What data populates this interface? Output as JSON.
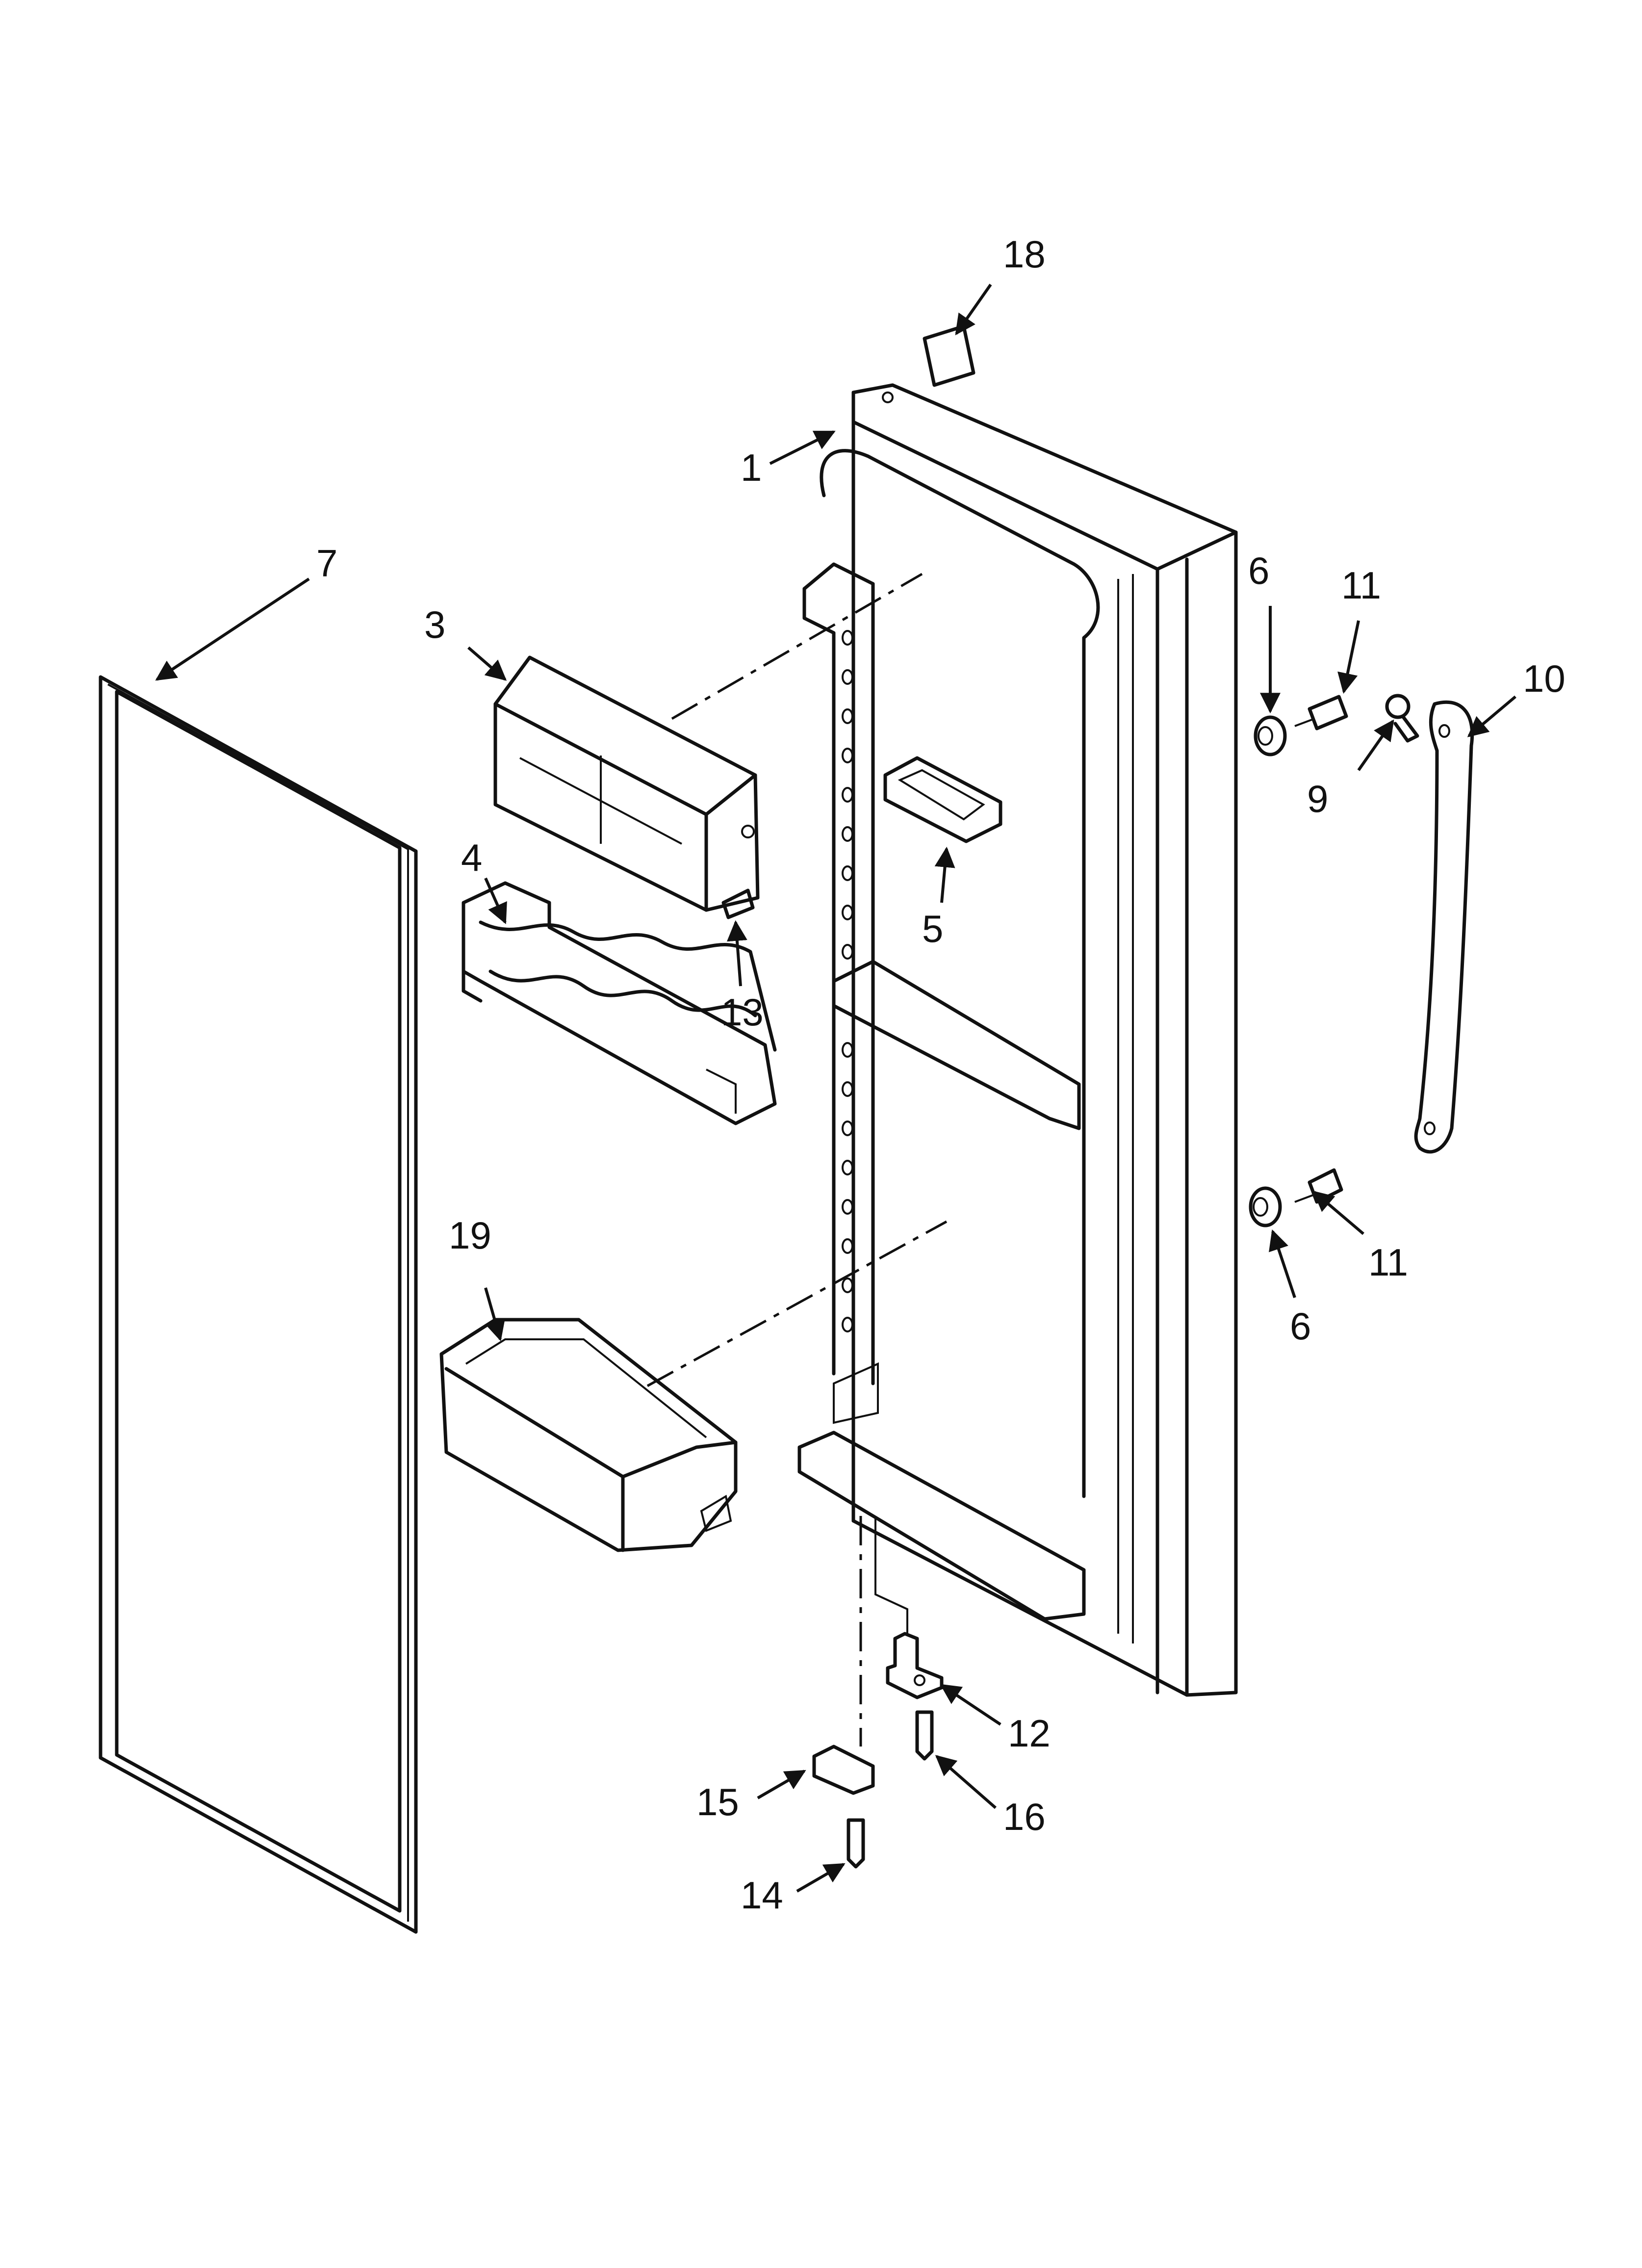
{
  "diagram": {
    "callouts": {
      "c1": "1",
      "c3": "3",
      "c4": "4",
      "c5": "5",
      "c6a": "6",
      "c6b": "6",
      "c7": "7",
      "c9": "9",
      "c10": "10",
      "c11a": "11",
      "c11b": "11",
      "c12": "12",
      "c13": "13",
      "c14": "14",
      "c15": "15",
      "c16": "16",
      "c18": "18",
      "c19": "19"
    }
  }
}
